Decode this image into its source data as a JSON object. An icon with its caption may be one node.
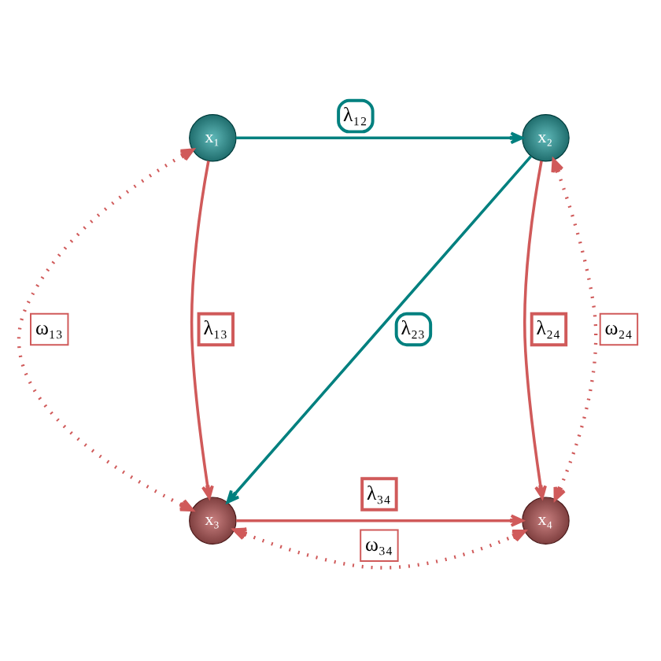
{
  "diagram": {
    "nodes": [
      {
        "text": [
          "x₁"
        ]
      },
      {
        "text": [
          "x₂"
        ]
      },
      {
        "text": [
          "x₃"
        ]
      },
      {
        "text": [
          "x₄"
        ]
      }
    ],
    "edges": [
      {
        "from": 0,
        "to": 1,
        "arrow": "to",
        "label": "λ₁₂",
        "color": "#00807f"
      },
      {
        "from": 0,
        "to": 2,
        "arrow": "both",
        "label": "ω₁₃",
        "style": "dashed"
      },
      {
        "from": 0,
        "to": 2,
        "arrow": "to",
        "label": "λ₁₃"
      },
      {
        "from": 1,
        "to": 2,
        "arrow": "to",
        "label": "λ₂₃",
        "color": "#00807f"
      },
      {
        "from": 1,
        "to": 3,
        "arrow": "to",
        "label": "λ₂₄"
      },
      {
        "from": 1,
        "to": 3,
        "arrow": "both",
        "label": "ω₂₄",
        "style": "dashed"
      },
      {
        "from": 2,
        "to": 3,
        "arrow": "to",
        "label": "λ₃₄"
      },
      {
        "from": 2,
        "to": 3,
        "arrow": "both",
        "label": "ω₃₄",
        "style": "dashed"
      }
    ]
  }
}
